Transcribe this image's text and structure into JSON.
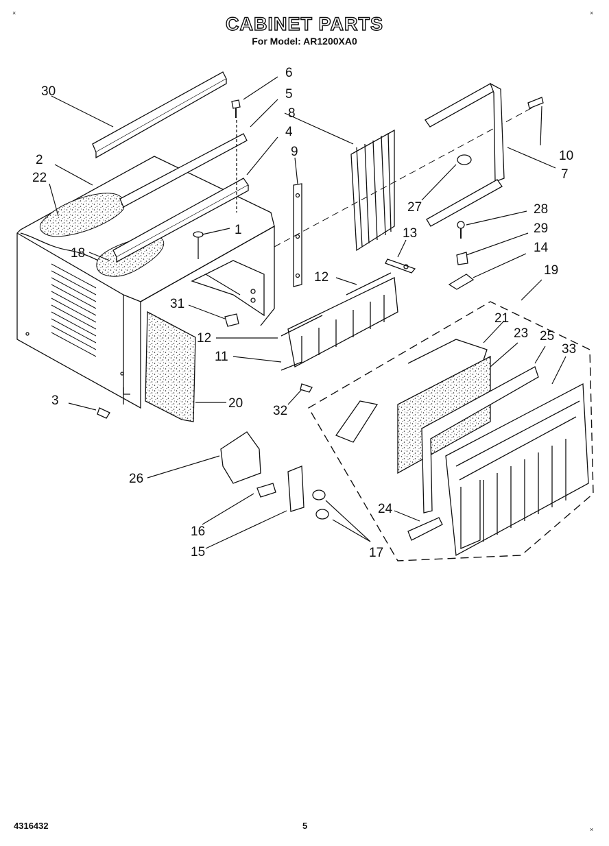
{
  "header": {
    "title": "CABINET PARTS",
    "subtitle": "For Model: AR1200XA0"
  },
  "footer": {
    "doc_number": "4316432",
    "page_number": "5"
  },
  "callouts": [
    "1",
    "2",
    "3",
    "4",
    "5",
    "6",
    "7",
    "8",
    "9",
    "10",
    "11",
    "12",
    "12",
    "13",
    "14",
    "15",
    "16",
    "17",
    "18",
    "19",
    "20",
    "21",
    "22",
    "23",
    "24",
    "25",
    "26",
    "27",
    "28",
    "29",
    "30",
    "31",
    "32",
    "33"
  ]
}
